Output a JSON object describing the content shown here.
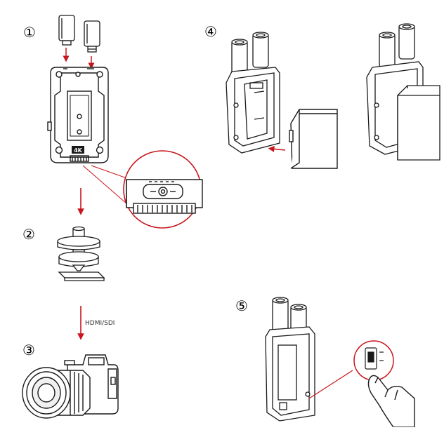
{
  "steps": [
    {
      "number": "①"
    },
    {
      "number": "②"
    },
    {
      "number": "③"
    },
    {
      "number": "④"
    },
    {
      "number": "⑤"
    }
  ],
  "device_badge": "4K",
  "arrow_label": "HDMI/SDI",
  "colors": {
    "accent": "#c8151b",
    "line": "#1a1a1a",
    "fill": "#ffffff",
    "shade": "#9a9a9a"
  },
  "icons": [
    "antenna-icon",
    "transmitter-device-icon",
    "mounting-plate-icon",
    "cold-shoe-adapter-icon",
    "camera-icon",
    "battery-icon",
    "power-switch-icon",
    "hand-icon"
  ]
}
